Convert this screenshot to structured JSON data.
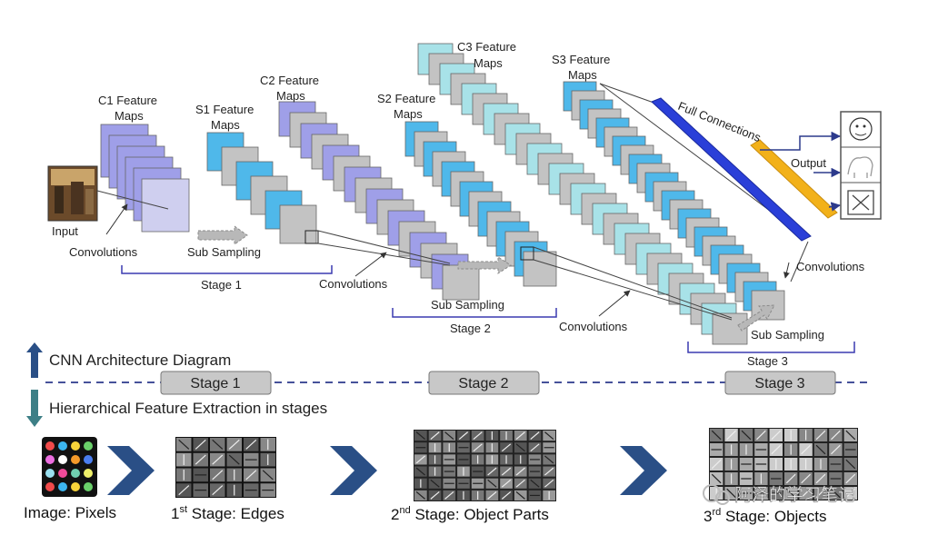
{
  "diagram": {
    "labels": {
      "input": "Input",
      "c1": [
        "C1 Feature",
        "Maps"
      ],
      "s1": [
        "S1 Feature",
        "Maps"
      ],
      "c2": [
        "C2 Feature",
        "Maps"
      ],
      "s2": [
        "S2 Feature",
        "Maps"
      ],
      "c3": [
        "C3 Feature",
        "Maps"
      ],
      "s3": [
        "S3 Feature",
        "Maps"
      ],
      "convolutions": "Convolutions",
      "sub_sampling": "Sub Sampling",
      "full_connections": "Full Connections",
      "output": "Output",
      "stage1": "Stage 1",
      "stage2": "Stage 2",
      "stage3": "Stage 3"
    },
    "legend": {
      "up": "CNN Architecture Diagram",
      "down": "Hierarchical Feature Extraction in stages"
    },
    "stage_boxes": [
      "Stage 1",
      "Stage 2",
      "Stage 3"
    ],
    "bottom": {
      "pixels": "Image: Pixels",
      "edges_num": "1",
      "edges_sup": "st",
      "edges_rest": " Stage:  Edges",
      "parts_num": "2",
      "parts_sup": "nd",
      "parts_rest": " Stage:  Object Parts",
      "objects_num": "3",
      "objects_sup": "rd",
      "objects_rest": " Stage:  Objects"
    },
    "watermark": "阿泽的学习笔记",
    "colors": {
      "purple": "#9f9fe8",
      "blue": "#4fb8ea",
      "cyan": "#a8e2e8",
      "gray": "#c3c3c3",
      "fc_blue": "#2a3fd8",
      "fc_orange": "#f2b11a",
      "arrow_navy": "#2a4f86",
      "arrow_teal": "#3d7f86"
    }
  }
}
